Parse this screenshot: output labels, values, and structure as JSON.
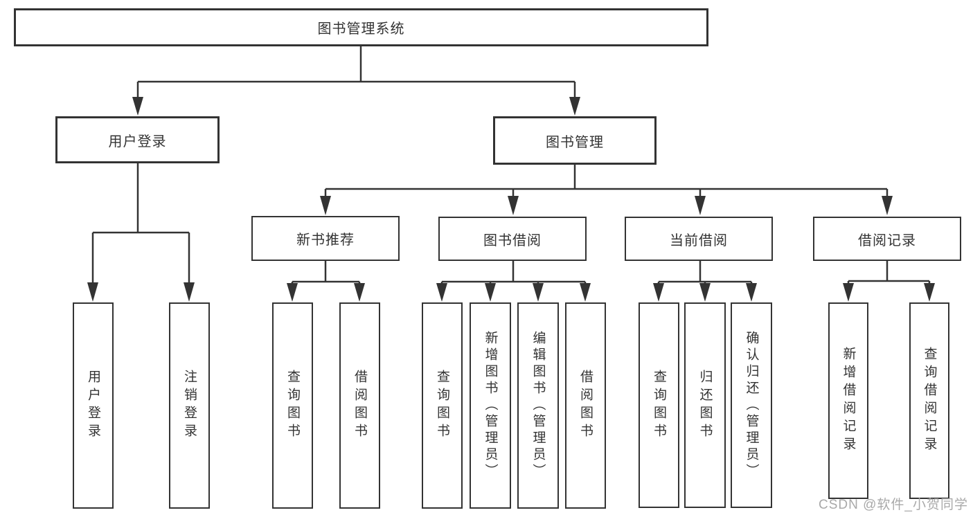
{
  "diagram": {
    "title_node": {
      "label": "图书管理系统"
    },
    "level2": [
      {
        "label": "用户登录"
      },
      {
        "label": "图书管理"
      }
    ],
    "level3": [
      {
        "label": "新书推荐"
      },
      {
        "label": "图书借阅"
      },
      {
        "label": "当前借阅"
      },
      {
        "label": "借阅记录"
      }
    ],
    "leaves": {
      "login": [
        "用户登录",
        "注销登录"
      ],
      "newbook": [
        "查询图书",
        "借阅图书"
      ],
      "borrow": [
        "查询图书",
        "新增图书（管理员）",
        "编辑图书（管理员）",
        "借阅图书"
      ],
      "current": [
        "查询图书",
        "归还图书",
        "确认归还（管理员）"
      ],
      "records": [
        "新增借阅记录",
        "查询借阅记录"
      ]
    }
  },
  "watermark": {
    "text": "CSDN @软件_小贺同学"
  },
  "colors": {
    "line": "#333333",
    "text": "#333333",
    "background": "#ffffff",
    "watermark": "#a9a9a9"
  }
}
